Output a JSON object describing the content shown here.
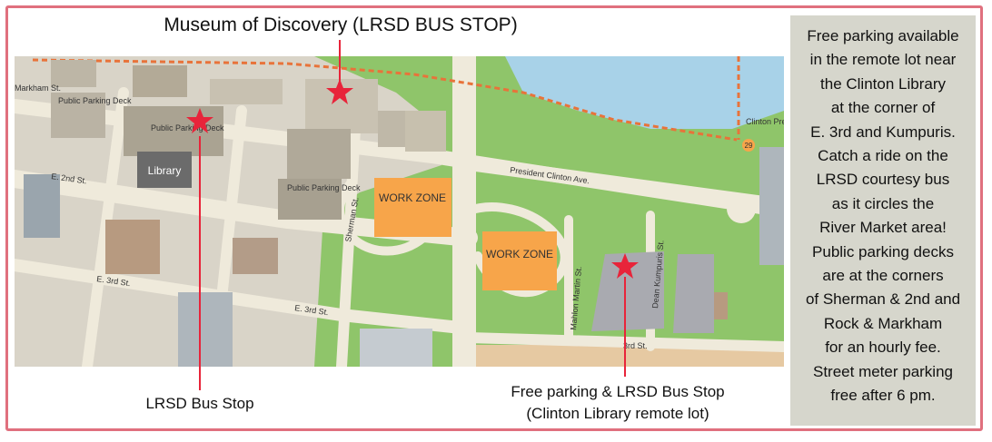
{
  "title": "Museum of Discovery (LRSD BUS STOP)",
  "captions": {
    "left": "LRSD Bus Stop",
    "right_line1": "Free parking & LRSD Bus Stop",
    "right_line2": "(Clinton Library remote lot)"
  },
  "sidebar": {
    "lines": [
      "Free parking available",
      "in the remote lot near",
      "the Clinton Library",
      "at the corner of",
      "E. 3rd and Kumpuris.",
      "Catch a ride on the",
      "LRSD courtesy bus",
      "as it circles the",
      "River Market area!",
      "Public parking decks",
      "are at the corners",
      "of Sherman & 2nd and",
      "Rock & Markham",
      "for an hourly fee.",
      "Street meter parking",
      "free after 6 pm."
    ]
  },
  "map": {
    "labels": {
      "markham": "Markham St.",
      "public_parking_deck_1": "Public Parking Deck",
      "public_parking_deck_2": "Public Parking Deck",
      "public_parking_deck_3": "Public Parking Deck",
      "library": "Library",
      "e2nd": "E. 2nd St.",
      "e3rd_a": "E. 3rd St.",
      "e3rd_b": "E. 3rd St.",
      "sherman": "Sherman St.",
      "president_clinton": "President Clinton Ave.",
      "mahlon_martin": "Mahlon Martin St.",
      "dean_kumpuris": "Dean Kumpuris St.",
      "third_st": "3rd St.",
      "clinton_pres": "Clinton Pres (Pedestri",
      "route_29": "29",
      "work_zone_1": "WORK ZONE",
      "work_zone_2": "WORK ZONE"
    },
    "colors": {
      "grass": "#8fc56a",
      "road": "#efeadb",
      "water": "#a8d2e8",
      "work_zone": "#f7a54a",
      "star": "#e8243a",
      "trail": "#e8733a"
    }
  }
}
